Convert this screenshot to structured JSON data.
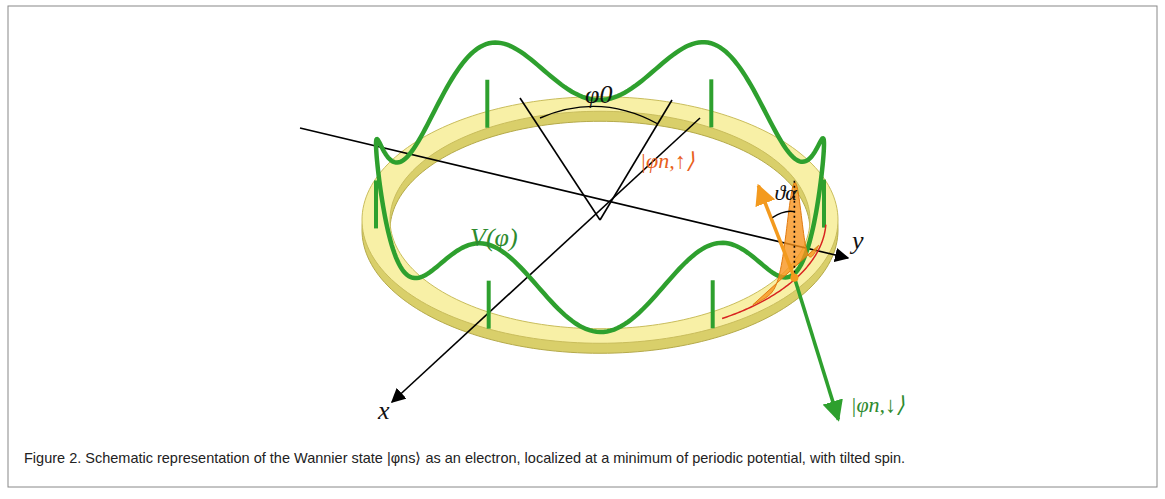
{
  "diagram": {
    "caption": "Figure 2. Schematic representation of the Wannier state |φns⟩ as an electron, localized at a minimum of periodic potential, with tilted spin.",
    "labels": [
      "φ0",
      "|φn,↑⟩",
      "ϑα",
      "V(φ)",
      "y",
      "x",
      "|φn,↓⟩"
    ]
  }
}
